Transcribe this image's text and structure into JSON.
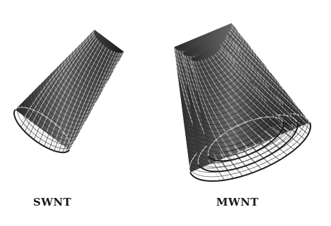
{
  "figure": {
    "structures": [
      {
        "id": "swnt",
        "label": "SWNT",
        "walls": 1
      },
      {
        "id": "mwnt",
        "label": "MWNT",
        "walls": 3
      }
    ],
    "colors": {
      "background": "#ffffff",
      "tube_dark": "#1e1e1e",
      "tube_mid": "#5a5a5a",
      "tube_light": "#d4d4d4"
    }
  }
}
